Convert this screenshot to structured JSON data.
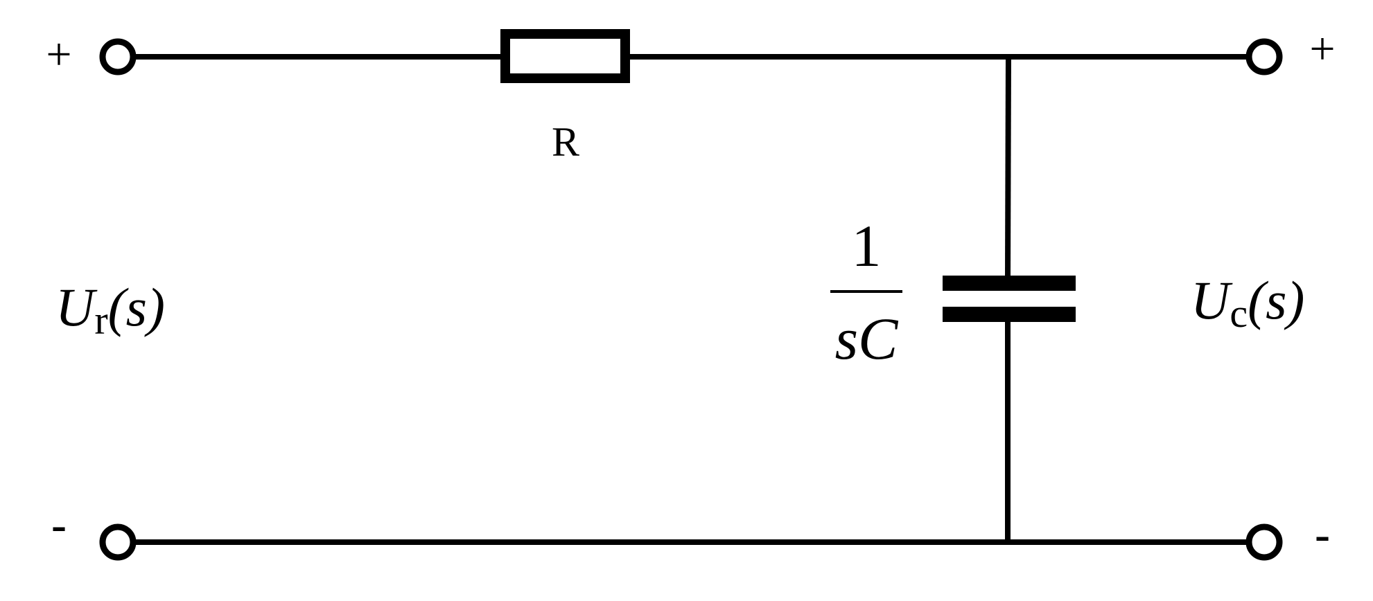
{
  "diagram": {
    "input_terminals": {
      "plus": "+",
      "minus": "-",
      "voltage_symbol": "U",
      "voltage_subscript": "r",
      "voltage_argument": "(s)"
    },
    "output_terminals": {
      "plus": "+",
      "minus": "-",
      "voltage_symbol": "U",
      "voltage_subscript": "c",
      "voltage_argument": "(s)"
    },
    "resistor": {
      "label": "R"
    },
    "capacitor": {
      "impedance_numerator": "1",
      "impedance_denominator": "sC"
    },
    "colors": {
      "wire": "#000000",
      "background": "#ffffff"
    }
  }
}
